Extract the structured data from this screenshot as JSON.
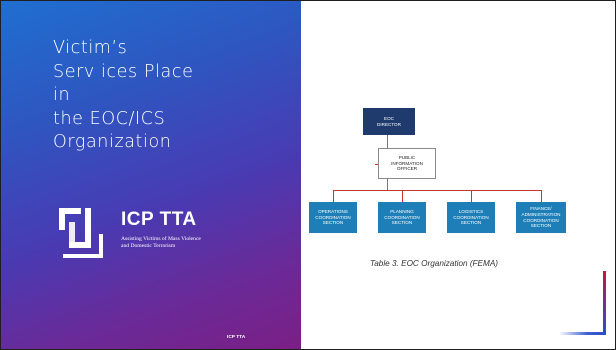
{
  "slide": {
    "title_lines": [
      "Victim’s",
      "Serv ices Place",
      "in",
      "the EOC/ICS",
      "Organization"
    ],
    "logo": {
      "name": "ICP TTA",
      "tagline": [
        "Assisting Victims of Mass Violence",
        "and Domestic Terrorism"
      ]
    },
    "footer": "ICP TTA",
    "colors": {
      "gradient_top": "#1f6fd0",
      "gradient_bottom": "#7b1f85",
      "org_dark_blue": "#1f3b6e",
      "org_section_blue": "#1e7fb8",
      "org_connector": "#c0392b"
    }
  },
  "org_chart": {
    "director": [
      "EOC",
      "DIRECTOR"
    ],
    "pio": [
      "PUBLIC",
      "INFORMATION",
      "OFFICER"
    ],
    "sections": [
      [
        "OPERATIONS",
        "COORDINATION",
        "SECTION"
      ],
      [
        "PLANNING",
        "COORDINATION",
        "SECTION"
      ],
      [
        "LOGISTICS",
        "COORDINATION",
        "SECTION"
      ],
      [
        "FINANCE/",
        "ADMINISTRATION",
        "COORDINATION",
        "SECTION"
      ]
    ],
    "caption": "Table 3. EOC Organization (FEMA)"
  }
}
